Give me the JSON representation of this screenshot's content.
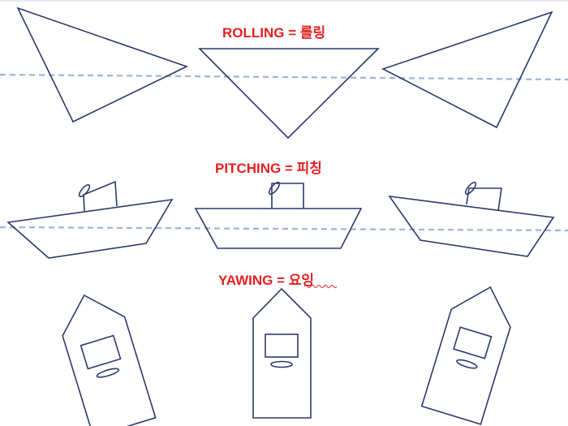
{
  "labels": {
    "rolling": "ROLLING = 롤링",
    "pitching": "PITCHING = 피칭",
    "yawing": "YAWING = 요잉"
  },
  "colors": {
    "label": "#e32020",
    "outline": "#2b3a6b",
    "reference_line": "#9db4d6"
  }
}
